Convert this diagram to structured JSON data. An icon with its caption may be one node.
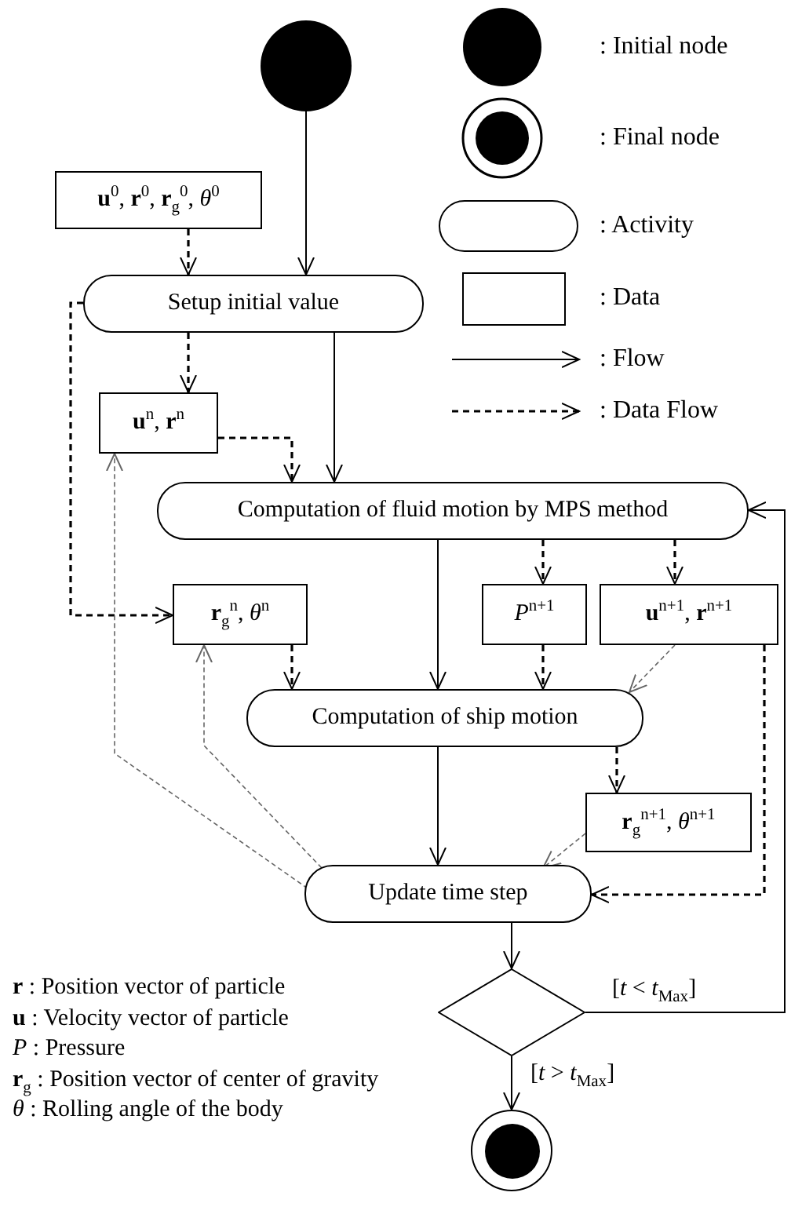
{
  "diagram": {
    "nodes": [
      {
        "text": [],
        "shape": "circle"
      },
      {
        "text": [
          "**u**$^{0}$, **r**$^{0}$, **r**$_{g}$$^{0}$, *θ*$^{0}$"
        ]
      },
      {
        "text": [
          "Setup initial value"
        ]
      },
      {
        "text": [
          "**u**$^{n}$, **r**$^{n}$"
        ]
      },
      {
        "text": [
          "Computation of fluid motion by MPS method"
        ]
      },
      {
        "text": [
          "**r**$_{g}$$^{n}$, *θ*$^{n}$"
        ]
      },
      {
        "text": [
          "*P*$^{n+1}$"
        ]
      },
      {
        "text": [
          "**u**$^{n+1}$, **r**$^{n+1}$"
        ]
      },
      {
        "text": [
          "Computation of ship motion"
        ]
      },
      {
        "text": [
          "**r**$_{g}$$^{n+1}$, *θ*$^{n+1}$"
        ]
      },
      {
        "text": [
          "Update time step"
        ]
      },
      {
        "text": [],
        "shape": "diamond"
      },
      {
        "text": [],
        "shape": "circle"
      }
    ],
    "edges": [
      {
        "from": 0,
        "to": 2,
        "arrow": "to"
      },
      {
        "from": 1,
        "to": 2,
        "arrow": "to",
        "style": "dashed"
      },
      {
        "from": 2,
        "to": 3,
        "arrow": "to",
        "style": "dashed"
      },
      {
        "from": 2,
        "to": 4,
        "arrow": "to"
      },
      {
        "from": 3,
        "to": 4,
        "arrow": "to",
        "style": "dashed"
      },
      {
        "from": 2,
        "to": 5,
        "arrow": "to",
        "style": "dashed"
      },
      {
        "from": 4,
        "to": 6,
        "arrow": "to",
        "style": "dashed"
      },
      {
        "from": 4,
        "to": 7,
        "arrow": "to",
        "style": "dashed"
      },
      {
        "from": 4,
        "to": 8,
        "arrow": "to"
      },
      {
        "from": 5,
        "to": 8,
        "arrow": "to",
        "style": "dashed"
      },
      {
        "from": 6,
        "to": 8,
        "arrow": "to",
        "style": "dashed"
      },
      {
        "from": 7,
        "to": 8,
        "arrow": "to",
        "style": "dashed",
        "color": "#666666"
      },
      {
        "from": 8,
        "to": 9,
        "arrow": "to",
        "style": "dashed"
      },
      {
        "from": 8,
        "to": 10,
        "arrow": "to"
      },
      {
        "from": 9,
        "to": 10,
        "arrow": "to",
        "style": "dashed",
        "color": "#666666"
      },
      {
        "from": 7,
        "to": 10,
        "arrow": "to",
        "style": "dashed"
      },
      {
        "from": 10,
        "to": 3,
        "arrow": "to",
        "style": "dashed",
        "color": "#666666"
      },
      {
        "from": 10,
        "to": 5,
        "arrow": "to",
        "style": "dashed",
        "color": "#666666"
      },
      {
        "from": 10,
        "to": 11,
        "arrow": "to"
      },
      {
        "from": 11,
        "to": 4,
        "arrow": "to",
        "label": "[*t* < *t*$_{Max}$]"
      },
      {
        "from": 11,
        "to": 12,
        "arrow": "to",
        "label": "[*t* > *t*$_{Max}$]"
      }
    ],
    "labels": [
      "**r** : Position vector of particle",
      "**u** : Velocity vector of particle",
      "*P* : Pressure",
      "**r**$_{g}$ : Position vector of center of gravity",
      "*θ* : Rolling angle of the body"
    ],
    "legend": [
      {
        "text": ": Initial node"
      },
      {
        "text": ": Final node"
      },
      {
        "text": ": Activity"
      },
      {
        "text": ": Data"
      },
      {
        "text": ": Flow"
      },
      {
        "text": ": Data Flow"
      }
    ]
  }
}
